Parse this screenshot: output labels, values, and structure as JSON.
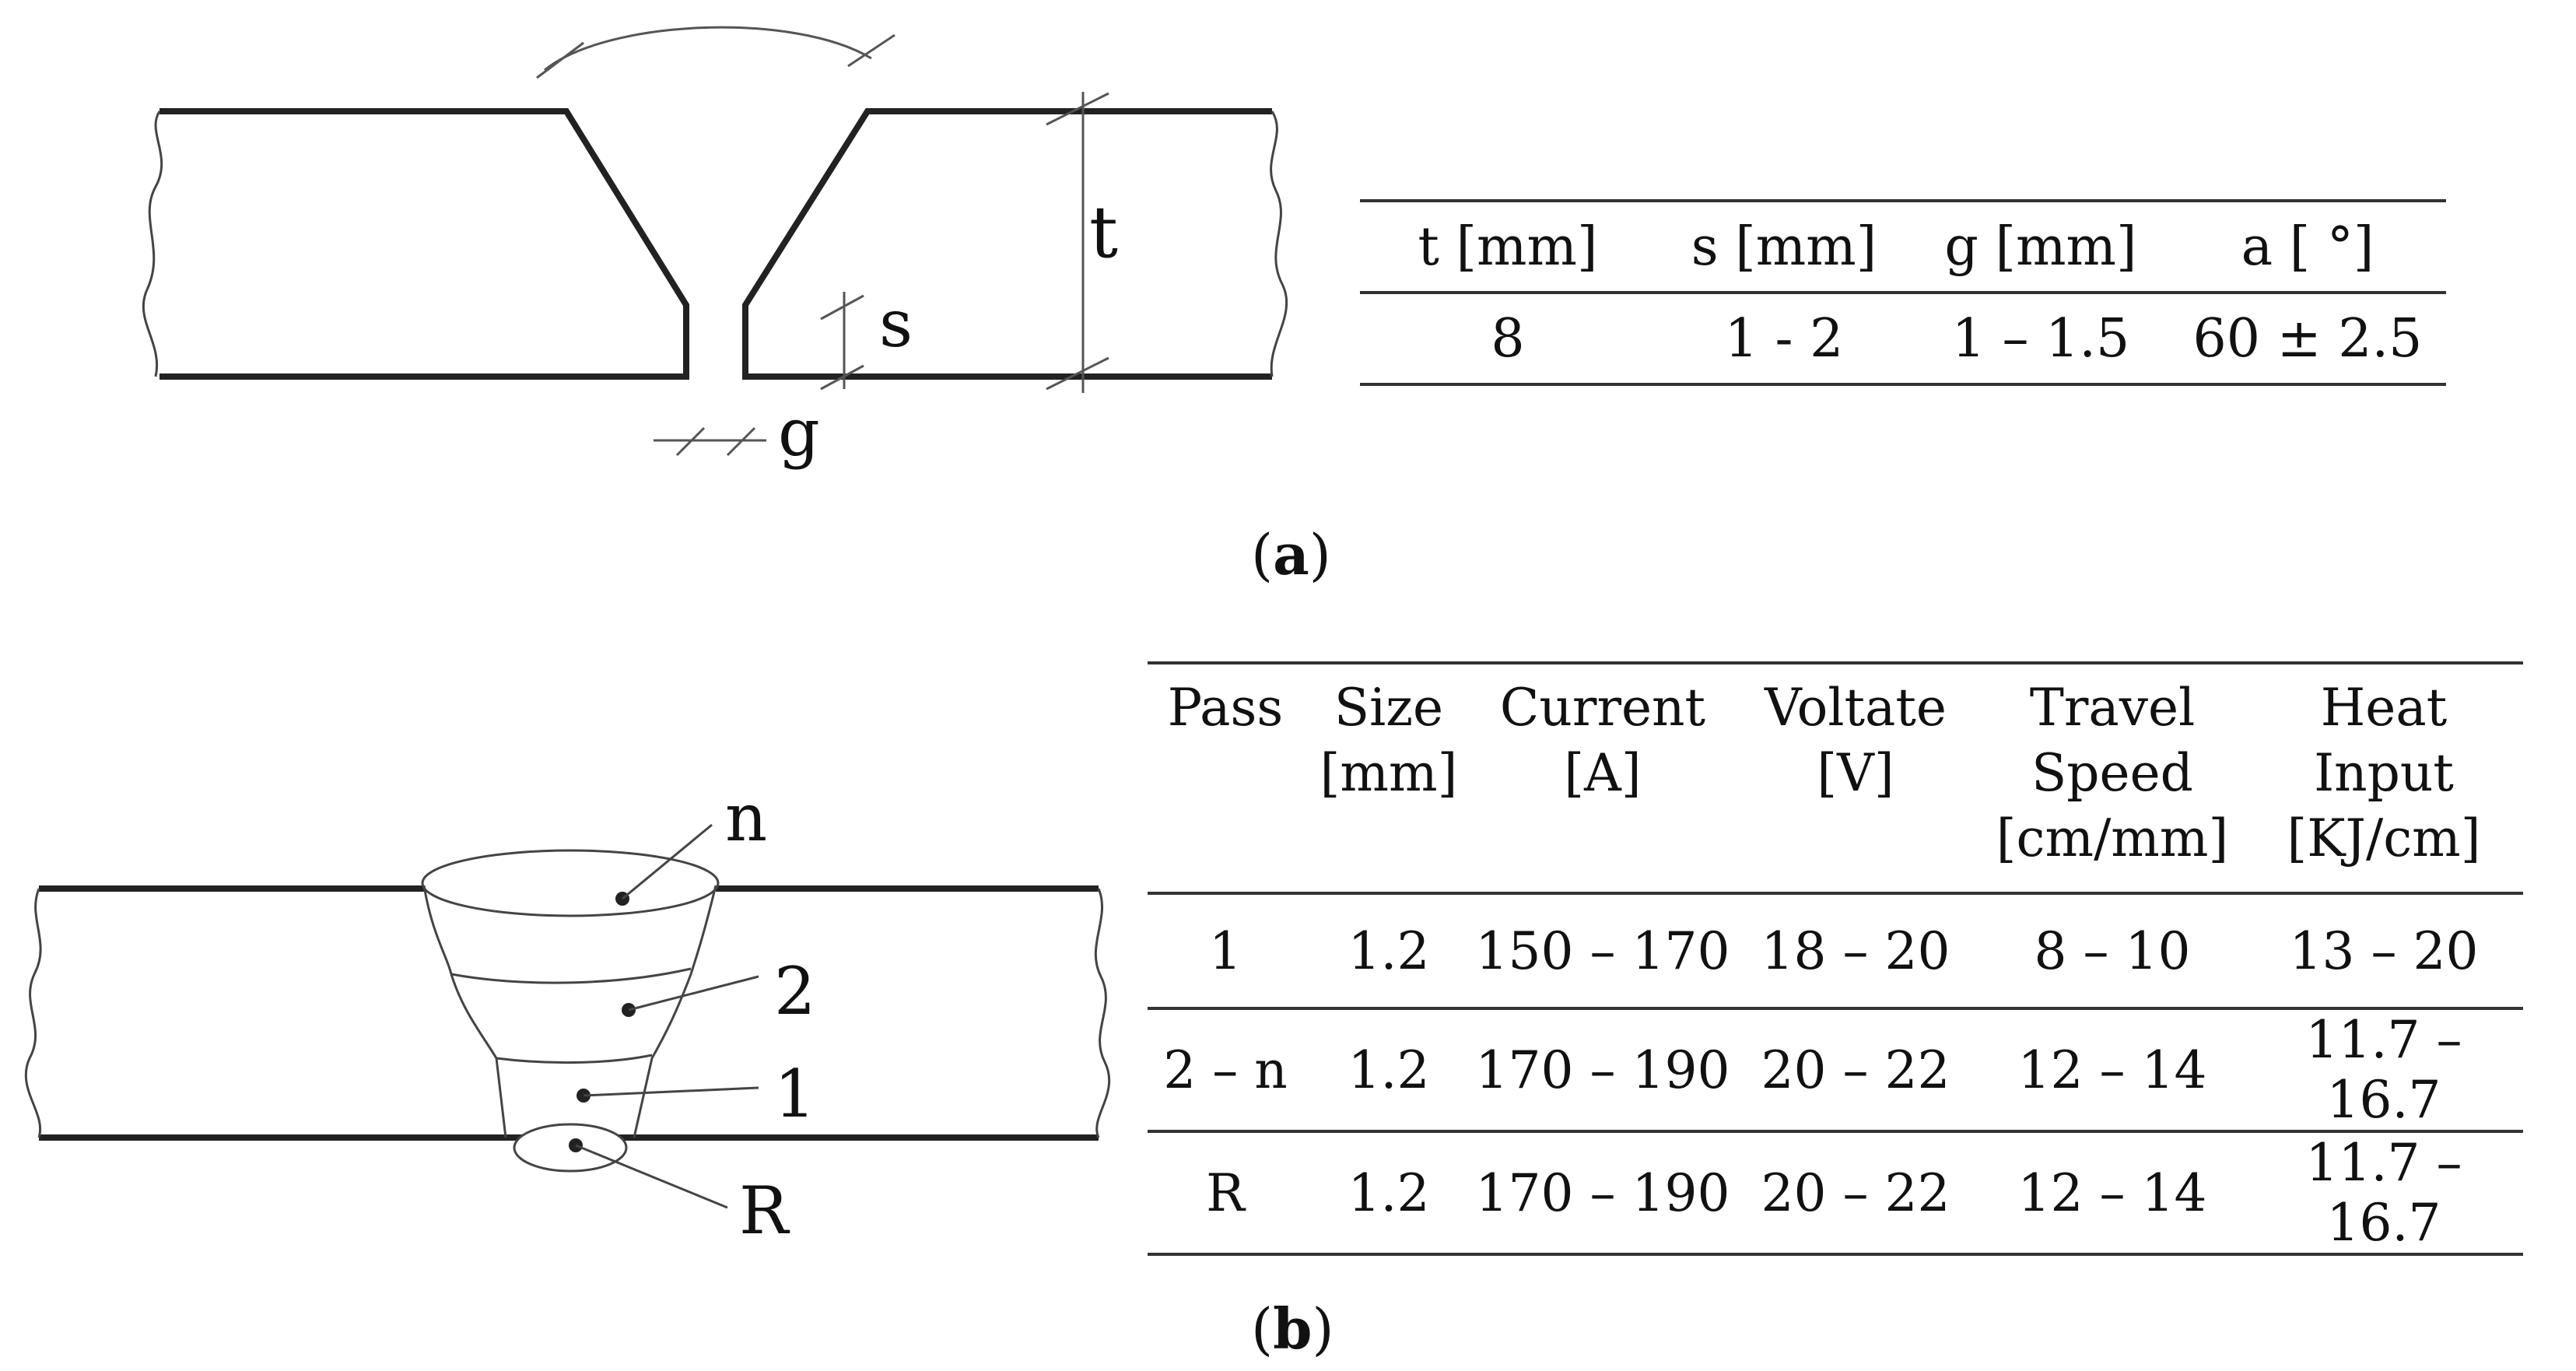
{
  "diagram_a": {
    "labels": {
      "t": "t",
      "s": "s",
      "g": "g"
    }
  },
  "table_a": {
    "headers": [
      "t [mm]",
      "s [mm]",
      "g [mm]",
      "a [ °]"
    ],
    "rows": [
      [
        "8",
        "1 - 2",
        "1 – 1.5",
        "60 ± 2.5"
      ]
    ]
  },
  "caption_a": "a",
  "diagram_b": {
    "labels": {
      "n": "n",
      "pass2": "2",
      "pass1": "1",
      "root": "R"
    }
  },
  "table_b": {
    "headers": [
      [
        "Pass"
      ],
      [
        "Size",
        "[mm]"
      ],
      [
        "Current",
        "[A]"
      ],
      [
        "Voltate",
        "[V]"
      ],
      [
        "Travel",
        "Speed",
        "[cm/mm]"
      ],
      [
        "Heat",
        "Input",
        "[KJ/cm]"
      ]
    ],
    "rows": [
      [
        "1",
        "1.2",
        "150 – 170",
        "18 – 20",
        "8 – 10",
        "13 – 20"
      ],
      [
        "2 – n",
        "1.2",
        "170 – 190",
        "20 – 22",
        "12 – 14",
        "11.7 – 16.7"
      ],
      [
        "R",
        "1.2",
        "170 – 190",
        "20 – 22",
        "12 – 14",
        "11.7 – 16.7"
      ]
    ]
  },
  "caption_b": "b"
}
